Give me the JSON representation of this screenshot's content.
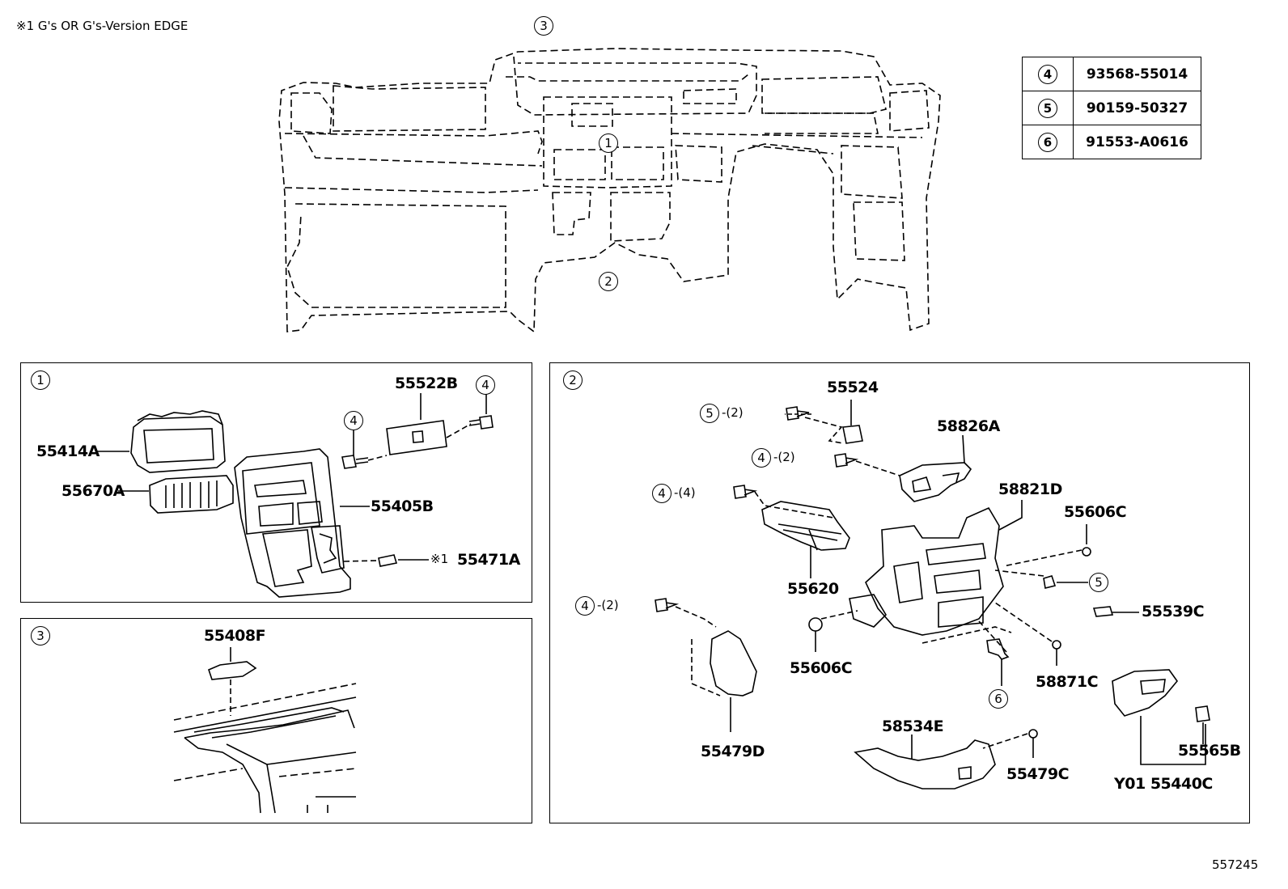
{
  "note": "※1 G's OR G's-Version EDGE",
  "figure_id": "557245",
  "overview_markers": [
    "3",
    "1",
    "2"
  ],
  "reference_table": [
    {
      "key": "4",
      "part": "93568-55014"
    },
    {
      "key": "5",
      "part": "90159-50327"
    },
    {
      "key": "6",
      "part": "91553-A0616"
    }
  ],
  "panel1": {
    "marker": "1",
    "parts": [
      "55414A",
      "55670A",
      "55522B",
      "55405B",
      "55471A"
    ],
    "fasteners": [
      "4",
      "4"
    ],
    "star_note": "※1"
  },
  "panel2": {
    "marker": "2",
    "parts": [
      "55524",
      "58826A",
      "58821D",
      "55606C",
      "55620",
      "55539C",
      "55606C",
      "58871C",
      "55479D",
      "58534E",
      "55479C",
      "55565B",
      "Y01 55440C"
    ],
    "fastener_labels": [
      {
        "key": "5",
        "qty": "-(2)"
      },
      {
        "key": "4",
        "qty": "-(2)"
      },
      {
        "key": "4",
        "qty": "-(4)"
      },
      {
        "key": "4",
        "qty": "-(2)"
      },
      {
        "key": "5",
        "qty": ""
      },
      {
        "key": "6",
        "qty": ""
      }
    ]
  },
  "panel3": {
    "marker": "3",
    "parts": [
      "55408F"
    ]
  }
}
